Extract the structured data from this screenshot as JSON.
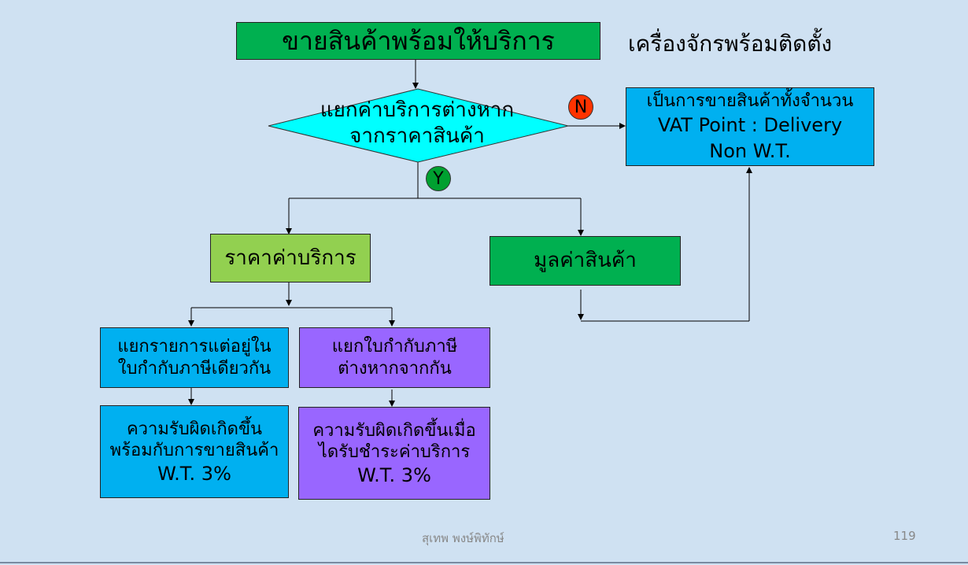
{
  "title_box": "ขายสินค้าพร้อมให้บริการ",
  "heading": "เครื่องจักรพร้อมติดตั้ง",
  "decision": {
    "lines": [
      "แยกค่าบริการต่างหาก",
      "จากราคาสินค้า"
    ]
  },
  "no_badge": "N",
  "yes_badge": "Y",
  "no_result": {
    "lines": [
      "เป็นการขายสินค้าทั้งจำนวน",
      "VAT Point : Delivery",
      "Non W.T."
    ]
  },
  "service_price": "ราคาค่าบริการ",
  "goods_value": "มูลค่าสินค้า",
  "same_invoice": {
    "lines": [
      "แยกรายการแต่อยู่ใน",
      "ใบกำกับภาษีเดียวกัน"
    ]
  },
  "separate_invoice": {
    "lines": [
      "แยกใบกำกับภาษี",
      "ต่างหากจากกัน"
    ]
  },
  "same_liability": {
    "lines": [
      "ความรับผิดเกิดขึ้น",
      "พร้อมกับการขายสินค้า",
      "W.T. 3%"
    ]
  },
  "separate_liability": {
    "lines": [
      "ความรับผิดเกิดขึ้นเมื่อ",
      "ไดรับชำระค่าบริการ",
      "W.T. 3%"
    ]
  },
  "footer": {
    "author": "สุเทพ  พงษ์พิทักษ์",
    "page": "119"
  },
  "colors": {
    "background": "#cfe1f2",
    "green": "#00b050",
    "cyan": "#00ffff",
    "blue": "#00b0f0",
    "light_green": "#92d050",
    "purple": "#9966ff",
    "no": "#ff3300",
    "yes": "#00a030"
  }
}
